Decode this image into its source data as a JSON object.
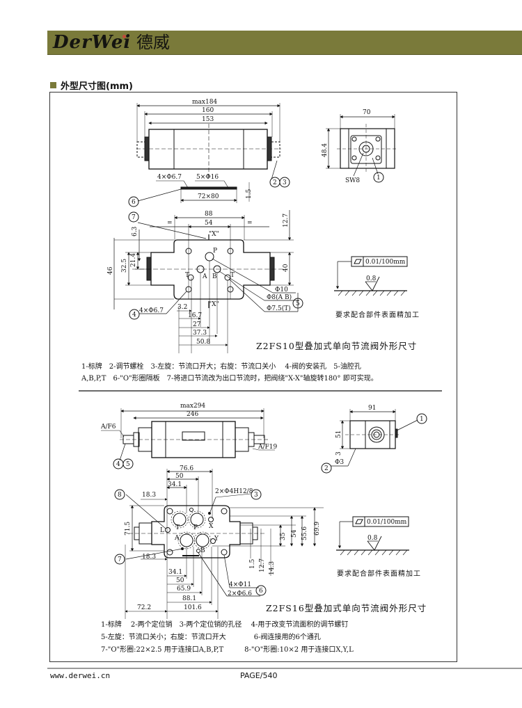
{
  "header": {
    "brand_latin": "DerWei",
    "brand_chinese": "德威",
    "accent_color": "#7a7a3a"
  },
  "section": {
    "title": "外型尺寸图(mm)"
  },
  "z2fs10": {
    "caption": "Z2FS10型叠加式单向节流阀外形尺寸",
    "top_view": {
      "dims": [
        "max184",
        "160",
        "153",
        "4×Φ6.7",
        "5×Φ16",
        "72×80",
        "1.5"
      ],
      "callouts": [
        "6",
        "2",
        "3"
      ]
    },
    "end_view": {
      "dims": [
        "70",
        "48.4",
        "SW8"
      ],
      "callouts": [
        "1"
      ]
    },
    "plan_view": {
      "dims": [
        "88",
        "54",
        "12.7",
        "6.3",
        "46",
        "32.5",
        "21.4",
        "40",
        "Φ10",
        "Φ8(A B)",
        "Φ7.5(T)",
        "4×Φ6.7",
        "3.2",
        "16.7",
        "27",
        "37.3",
        "50.8"
      ],
      "marks": [
        "\"X\"",
        "\"X\"",
        "=",
        "=",
        "P",
        "A",
        "B",
        "T",
        "T"
      ],
      "callouts": [
        "7",
        "5",
        "4"
      ]
    },
    "surface": {
      "flatness": "0.01/100mm",
      "roughness": "0.8",
      "note": "要求配合部件表面精加工"
    },
    "legend": [
      "1-标牌　2-调节螺栓　3-左旋：节流口开大；右旋：节流口关小　 4-阀的安装孔　5-油腔孔",
      "A,B,P,T　6-\"O\"形圈隔板　7-将进口节流改为出口节流时，把阀绕\"X-X\"轴旋转180° 即可实现。"
    ]
  },
  "z2fs16": {
    "caption": "Z2FS16型叠加式单向节流阀外形尺寸",
    "side_view": {
      "dims": [
        "max294",
        "246",
        "A/F6",
        "A/F19"
      ],
      "callouts": [
        "4",
        "5"
      ]
    },
    "end_view": {
      "dims": [
        "91",
        "51",
        "3",
        "Φ3"
      ],
      "callouts": [
        "1",
        "2"
      ]
    },
    "plan_view": {
      "dims": [
        "76.6",
        "50",
        "34.1",
        "18.3",
        "2×Φ4H12/8",
        "71.5",
        "18.3",
        "34.1",
        "50",
        "65.9",
        "88.1",
        "72.2",
        "101.6",
        "4×Φ11",
        "2×Φ6.6",
        "35",
        "54",
        "55.6",
        "69.9",
        "1.5",
        "12.7",
        "14.3"
      ],
      "ports": [
        "T",
        "P",
        "X",
        "L",
        "A",
        "B",
        "Y"
      ],
      "callouts": [
        "8",
        "3",
        "7",
        "6"
      ]
    },
    "surface": {
      "flatness": "0.01/100mm",
      "roughness": "0.8",
      "note": "要求配合部件表面精加工"
    },
    "legend": [
      "1-标牌　 2-两个定位销　3-两个定位销的孔径　 4-用于改变节流面积的调节螺钉",
      "5-左旋：节流口关小；右旋：节流口开大　　　　6-阀连接用的6个通孔",
      "7-\"O\"形圈:22×2.5 用于连接口A,B,P,T　　　8-\"O\"形圈:10×2 用于连接口X,Y,L"
    ]
  },
  "footer": {
    "url": "www.derwei.cn",
    "page": "PAGE/540"
  }
}
